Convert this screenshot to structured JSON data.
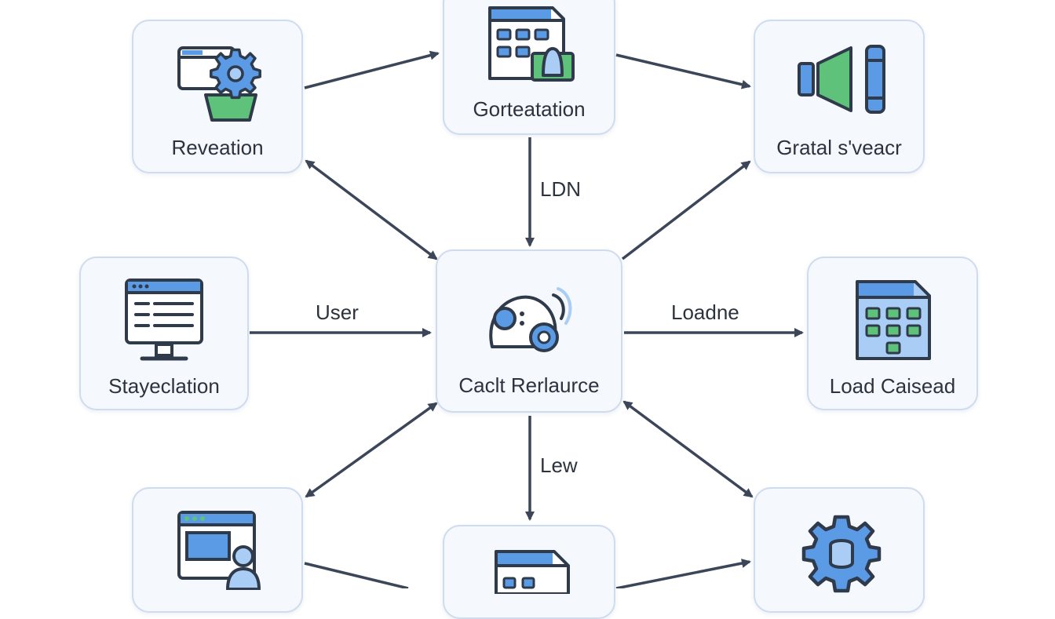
{
  "colors": {
    "node_fill": "#f5f8fd",
    "node_border": "#cfdcee",
    "arrow": "#3b4659",
    "icon_stroke": "#2f3a4b",
    "icon_blue": "#5b9be6",
    "icon_light_blue": "#a9cdf5",
    "icon_green": "#5fc27a",
    "text": "#2c333d"
  },
  "nodes": {
    "revevation": {
      "label": "Reveation",
      "icon": "window-gear-icon"
    },
    "gorteatation": {
      "label": "Gorteatation",
      "icon": "dashboard-user-icon"
    },
    "gratal": {
      "label": "Gratal s'veacr",
      "icon": "speaker-icon"
    },
    "stayeclation": {
      "label": "Stayeclation",
      "icon": "monitor-icon"
    },
    "center": {
      "label": "Caclt Rerlaurce",
      "icon": "mouse-gear-icon"
    },
    "load": {
      "label": "Load Caisead",
      "icon": "grid-document-icon"
    },
    "bottom_left": {
      "label": "",
      "icon": "browser-user-icon"
    },
    "bottom_center": {
      "label": "",
      "icon": "grid-document-icon"
    },
    "bottom_right": {
      "label": "",
      "icon": "gear-icon"
    }
  },
  "edges": {
    "ldn": "LDN",
    "user": "User",
    "loadne": "Loadne",
    "lew": "Lew"
  }
}
